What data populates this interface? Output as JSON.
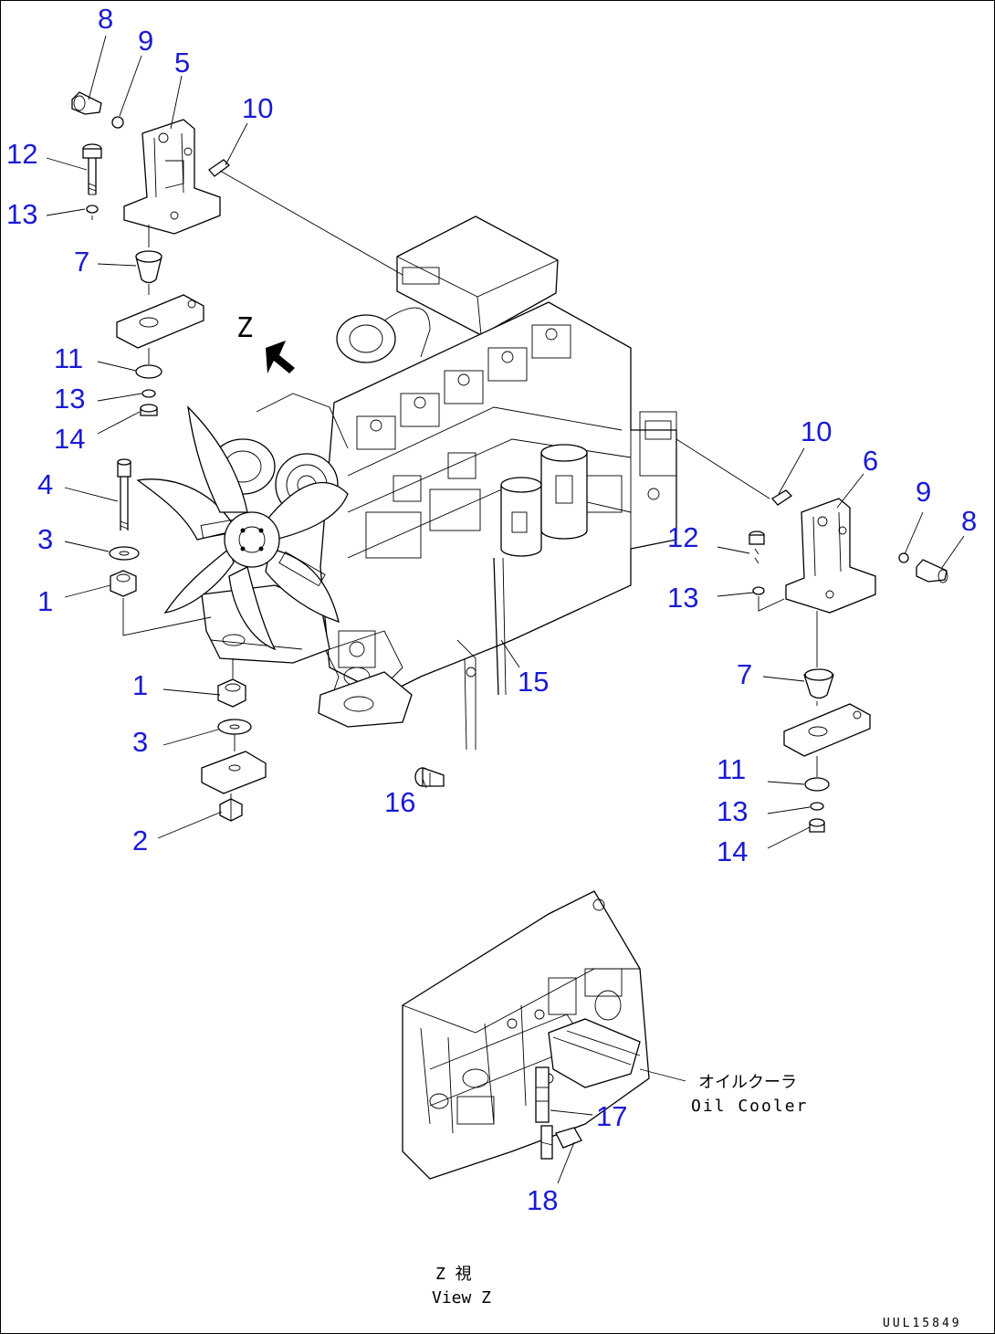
{
  "colors": {
    "callout": "#1a1ad6",
    "line": "#000000",
    "background": "#ffffff"
  },
  "callouts": [
    {
      "label": "8"
    },
    {
      "label": "9"
    },
    {
      "label": "5"
    },
    {
      "label": "10"
    },
    {
      "label": "12"
    },
    {
      "label": "13"
    },
    {
      "label": "7"
    },
    {
      "label": "11"
    },
    {
      "label": "13"
    },
    {
      "label": "14"
    },
    {
      "label": "4"
    },
    {
      "label": "3"
    },
    {
      "label": "1"
    },
    {
      "label": "1"
    },
    {
      "label": "3"
    },
    {
      "label": "2"
    },
    {
      "label": "10"
    },
    {
      "label": "6"
    },
    {
      "label": "9"
    },
    {
      "label": "8"
    },
    {
      "label": "12"
    },
    {
      "label": "13"
    },
    {
      "label": "15"
    },
    {
      "label": "7"
    },
    {
      "label": "16"
    },
    {
      "label": "11"
    },
    {
      "label": "13"
    },
    {
      "label": "14"
    },
    {
      "label": "17"
    },
    {
      "label": "18"
    }
  ],
  "view_marker": "Z",
  "oil_cooler": {
    "jp": "オイルクーラ",
    "en": "Oil Cooler"
  },
  "view_caption": {
    "jp": "Z 視",
    "en": "View Z"
  },
  "drawing_code": "UUL15849"
}
